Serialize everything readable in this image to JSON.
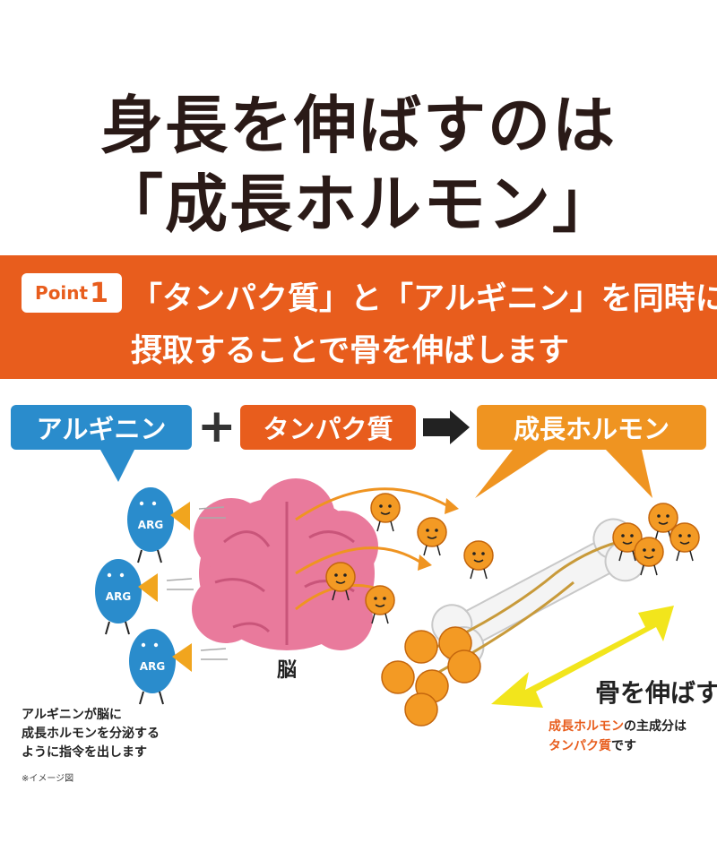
{
  "title": {
    "line1": "身長を伸ばすのは",
    "line2": "「成長ホルモン」"
  },
  "point": {
    "badge_word": "Point",
    "badge_number": "1",
    "line1": "「タンパク質」と「アルギニン」を同時に",
    "line2": "摂取することで骨を伸ばします"
  },
  "equation": {
    "arginine": "アルギニン",
    "plus": "+",
    "protein": "タンパク質",
    "growth_hormone": "成長ホルモン"
  },
  "illustration": {
    "arg_label": "ARG",
    "brain_label": "脳",
    "bone_label": "骨を伸ばす"
  },
  "caption_left": {
    "line1": "アルギニンが脳に",
    "line2": "成長ホルモンを分泌する",
    "line3": "ように指令を出します"
  },
  "caption_right": {
    "highlight1": "成長ホルモン",
    "text1": "の主成分は",
    "highlight2": "タンパク質",
    "text2": "です"
  },
  "note": "※イメージ図",
  "colors": {
    "orange_band": "#e85d1d",
    "arginine_blue": "#2a8ccc",
    "growth_orange": "#ef9421",
    "brain_pink": "#e97a9c",
    "yellow_arrow": "#f2e51c",
    "title_dark": "#2a1a17"
  }
}
